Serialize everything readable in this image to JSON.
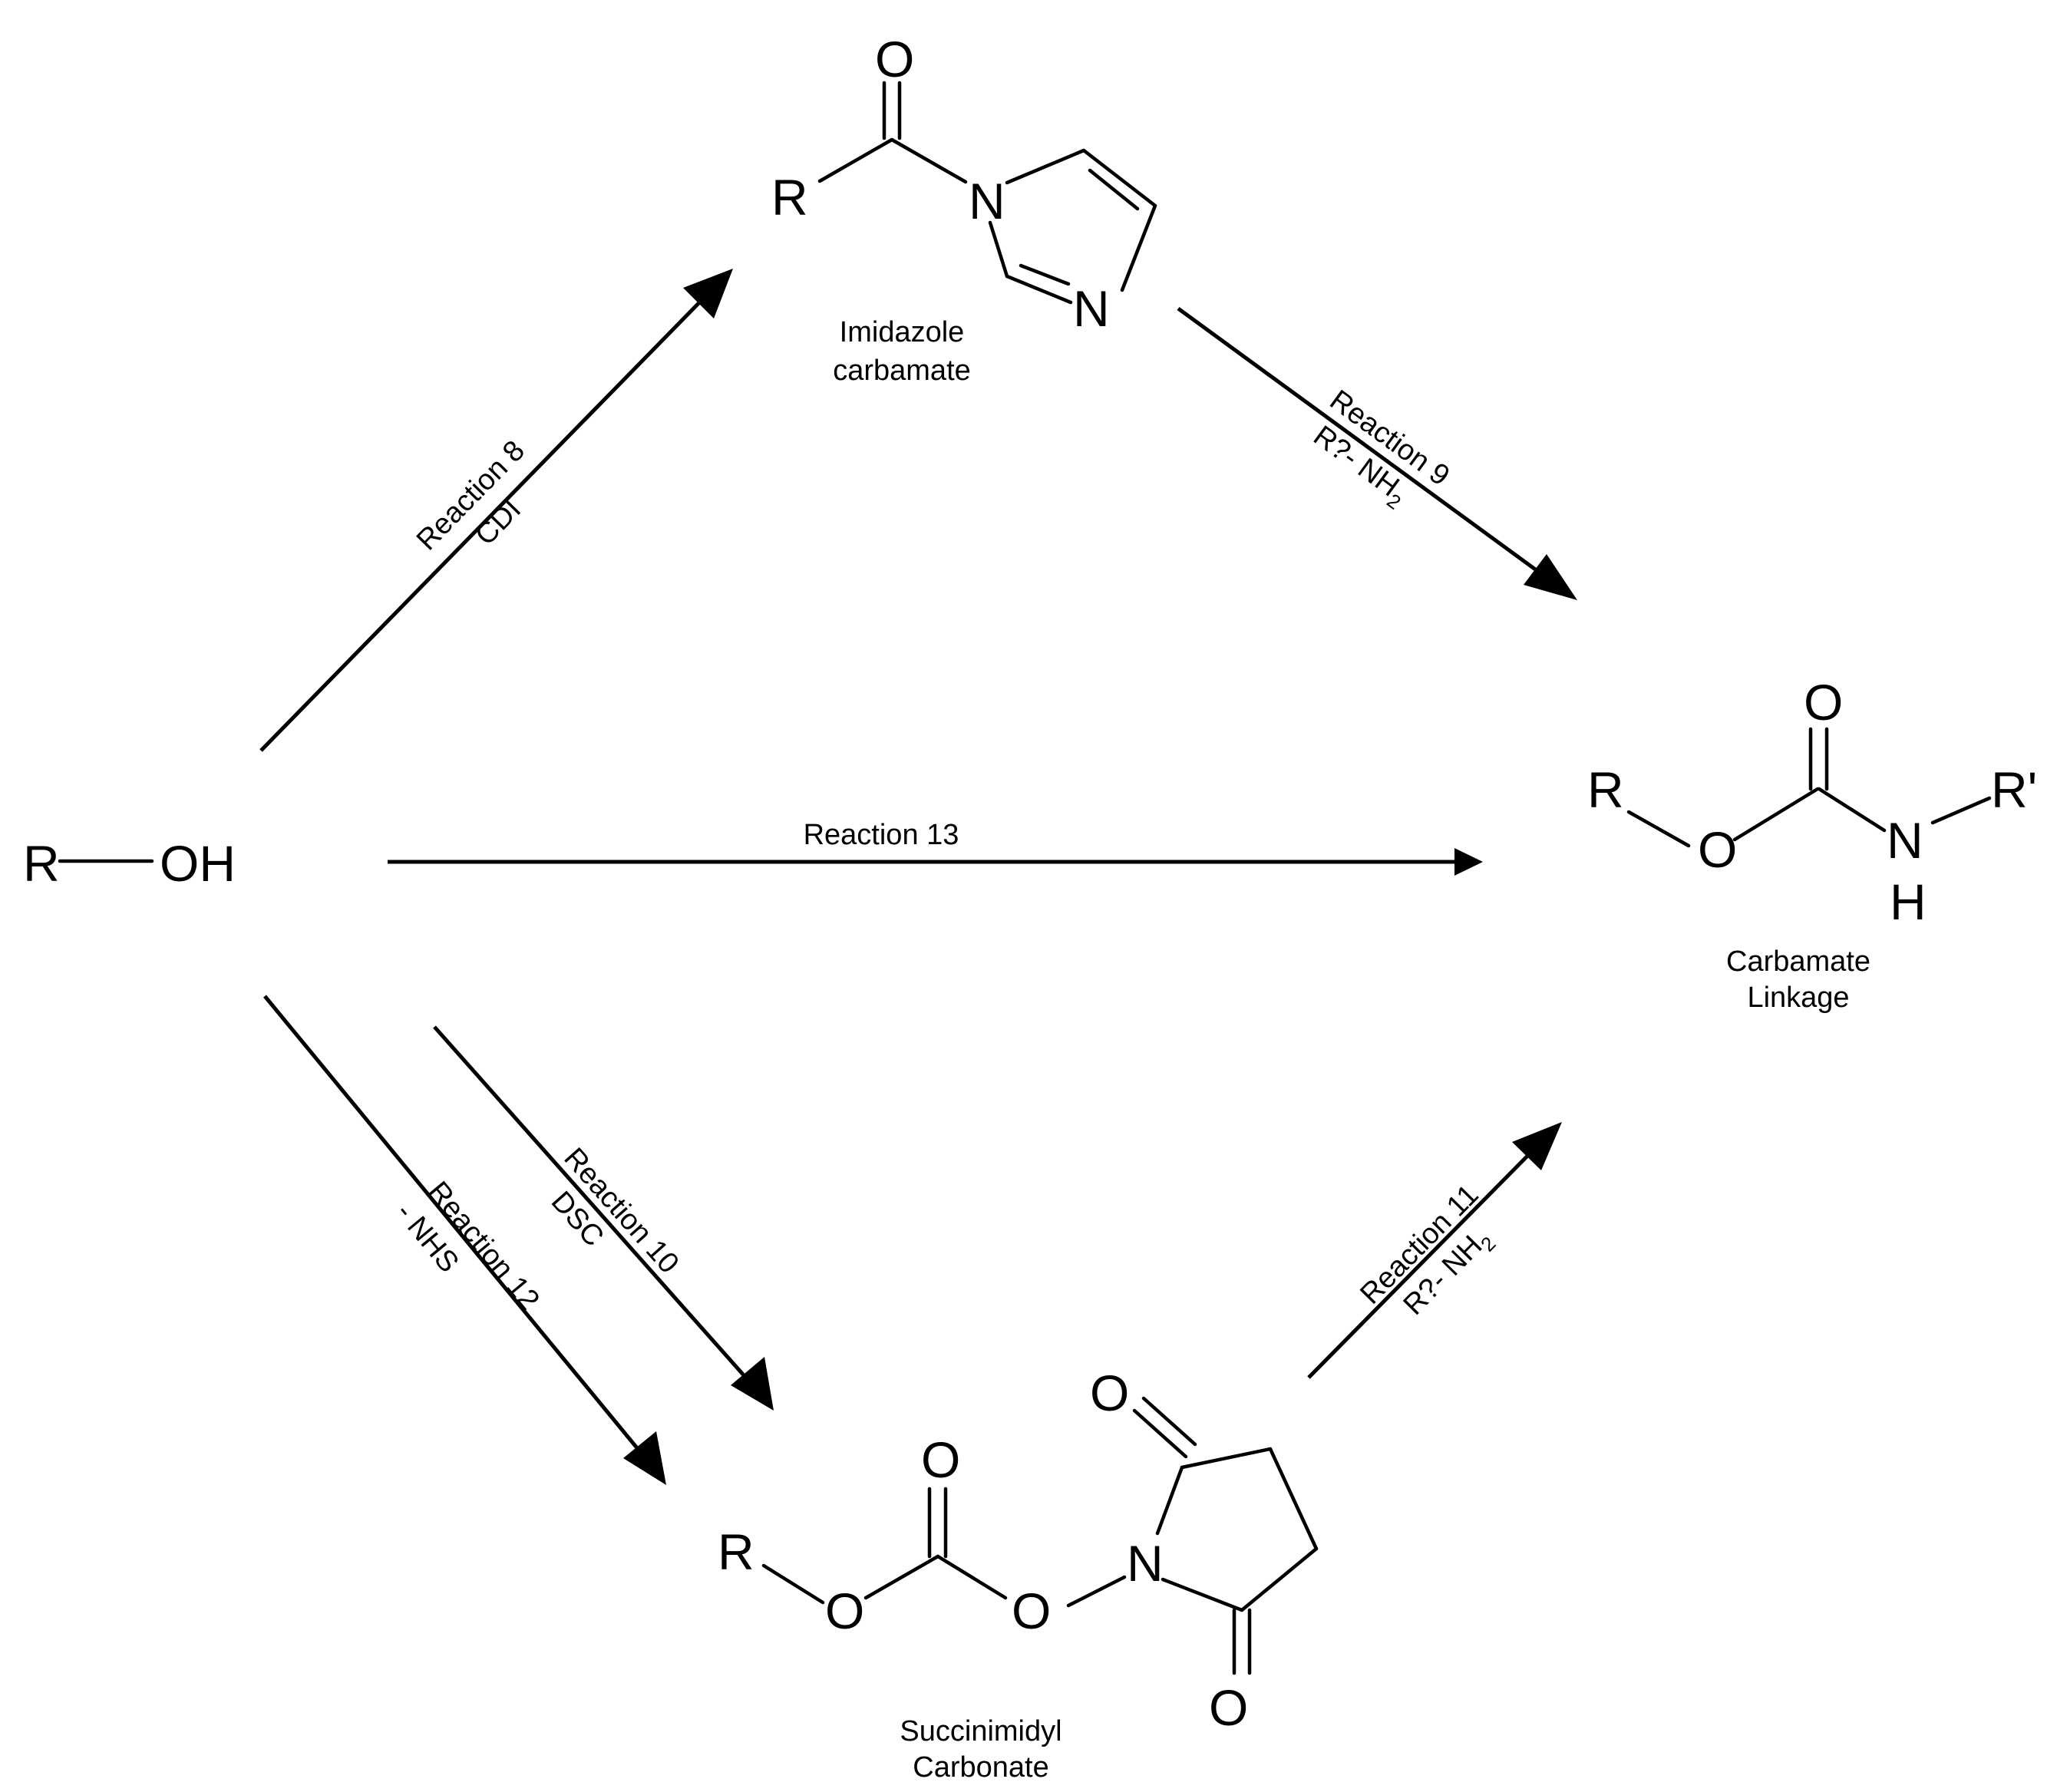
{
  "atoms": {
    "R": "R",
    "O": "O",
    "N": "N",
    "H": "H",
    "OH": "OH",
    "R_prime": "R'"
  },
  "compounds": {
    "imidazole_carbamate": {
      "line1": "Imidazole",
      "line2": "carbamate"
    },
    "carbamate_linkage": {
      "line1": "Carbamate",
      "line2": "Linkage"
    },
    "succinimidyl_carbonate": {
      "line1": "Succinimidyl",
      "line2": "Carbonate"
    }
  },
  "reactions": {
    "r8": {
      "label": "Reaction 8",
      "reagent": "CDI"
    },
    "r9": {
      "label": "Reaction 9",
      "reagent": "R?- NH",
      "sub": "2"
    },
    "r10": {
      "label": "Reaction 10",
      "reagent": "DSC"
    },
    "r11": {
      "label": "Reaction 11",
      "reagent": "R?- NH",
      "sub": "2"
    },
    "r12": {
      "label": "Reaction 12",
      "reagent": "- NHS"
    },
    "r13": {
      "label": "Reaction 13"
    }
  }
}
